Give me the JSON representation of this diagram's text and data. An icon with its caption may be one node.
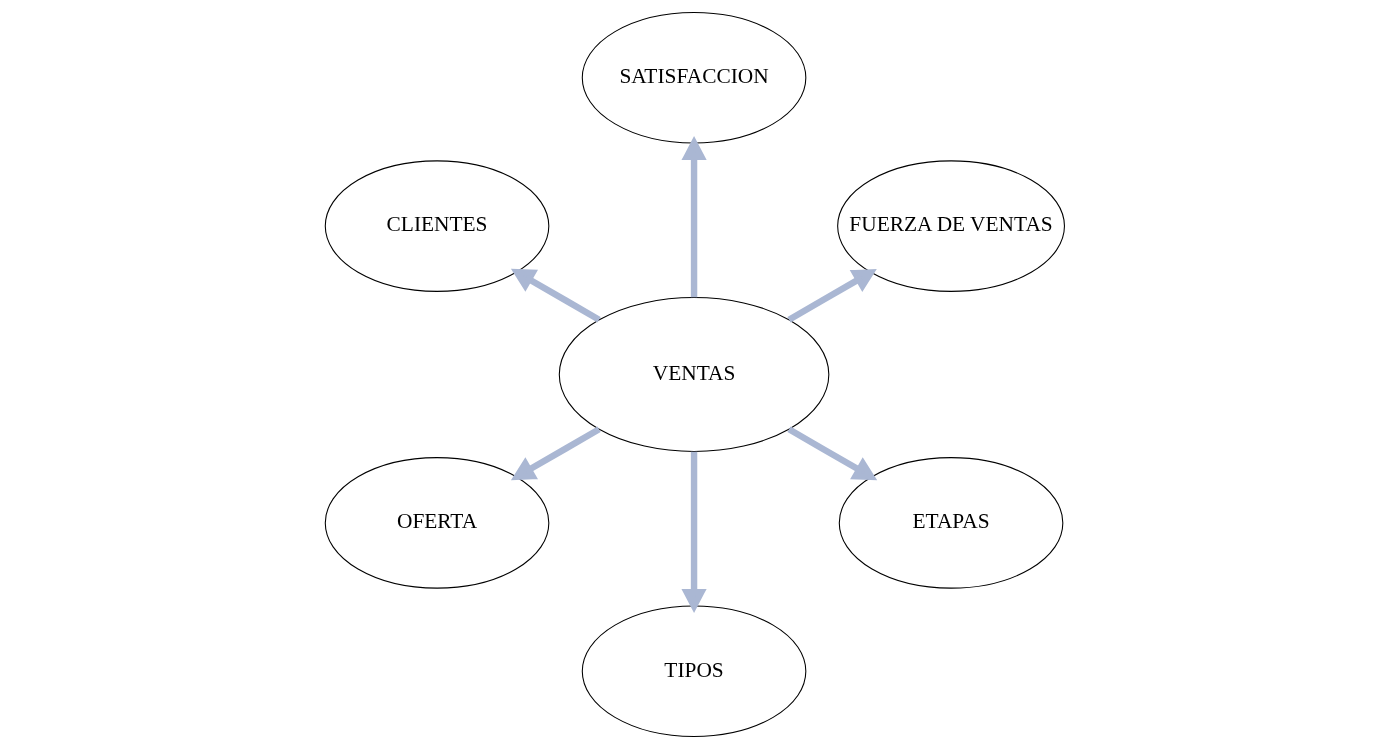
{
  "diagram": {
    "nodes": [
      {
        "text": [
          "FUERZA DE VENTAS"
        ]
      },
      {
        "text": [
          "SATISFACCION"
        ]
      },
      {
        "text": [
          "CLIENTES"
        ]
      },
      {
        "text": [
          "VENTAS"
        ]
      },
      {
        "text": [
          "OFERTA"
        ]
      },
      {
        "text": [
          "TIPOS"
        ]
      },
      {
        "text": [
          "ETAPAS"
        ]
      }
    ],
    "edges": [
      {
        "from": 3,
        "to": 0,
        "arrow": "to"
      },
      {
        "from": 3,
        "to": 1,
        "arrow": "to"
      },
      {
        "from": 3,
        "to": 2,
        "arrow": "to"
      },
      {
        "from": 3,
        "to": 4,
        "arrow": "to"
      },
      {
        "from": 3,
        "to": 5,
        "arrow": "to"
      },
      {
        "from": 3,
        "to": 6,
        "arrow": "to"
      }
    ]
  }
}
